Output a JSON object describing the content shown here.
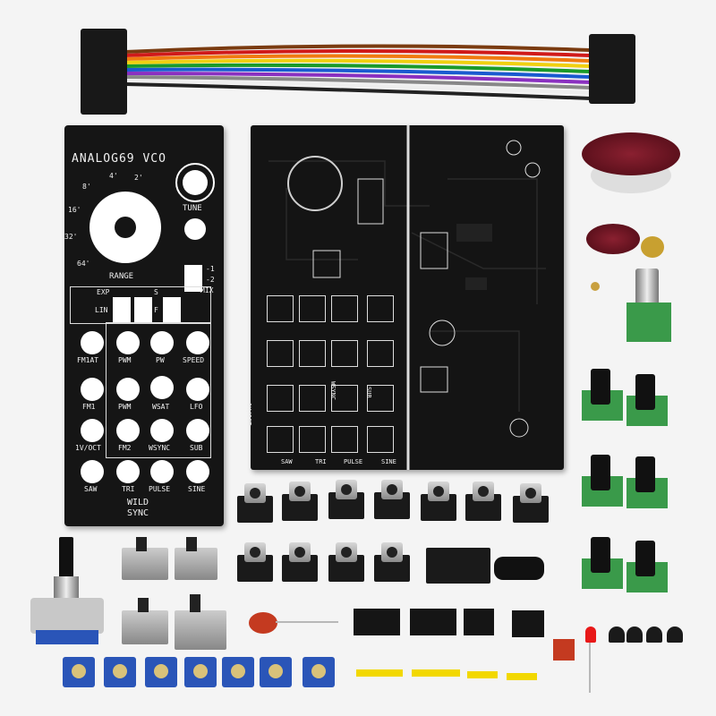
{
  "panel": {
    "title": "ANALOG69 VCO",
    "octaves": [
      "8'",
      "4'",
      "2'",
      "16'",
      "32'",
      "64'"
    ],
    "range_label": "RANGE",
    "tune_label": "TUNE",
    "mode_labels": [
      "-1",
      "-2",
      "MIX"
    ],
    "exp_label": "EXP",
    "lin_label": "LIN",
    "s_label": "S",
    "f_label": "F",
    "jack_labels": [
      "FM1AT",
      "PWM",
      "PW",
      "SPEED",
      "FM1",
      "PWM",
      "WSAT",
      "LFO",
      "1V/OCT",
      "FM2",
      "WSYNC",
      "SUB",
      "SAW",
      "TRI",
      "PULSE",
      "SINE"
    ],
    "footer_line1": "WILD",
    "footer_line2": "SYNC"
  },
  "pcb": {
    "bottom_labels": [
      "SAW",
      "TRI",
      "PULSE",
      "SINE"
    ],
    "side_labels": [
      "1V/OCT",
      "WSYNC",
      "SUB"
    ]
  },
  "colors": {
    "background": "#f4f4f4",
    "panel": "#151515",
    "pcb": "#141414",
    "trimmer": "#2a55b8",
    "pot_base": "#3a9a4a",
    "knob": "#6a1420",
    "header_pins": "#f2d800"
  },
  "icons": [
    "ribbon-cable",
    "jack-socket",
    "potentiometer",
    "trimmer",
    "toggle-switch",
    "pin-header",
    "knob",
    "led",
    "transistor",
    "capacitor"
  ]
}
